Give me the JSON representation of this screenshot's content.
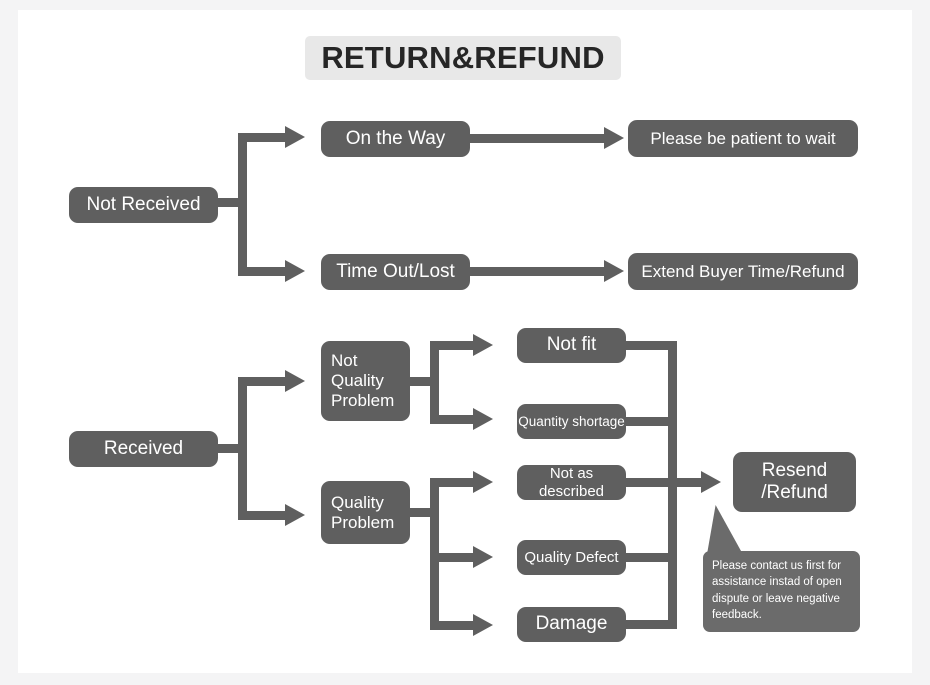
{
  "page": {
    "title": "RETURN&REFUND",
    "background_color": "#f4f4f5",
    "card_color": "#ffffff",
    "node_color": "#5f5f5f",
    "title_chip_color": "#e8e8e8",
    "node_text_color": "#ffffff",
    "callout_color": "#6b6b6b"
  },
  "nodes": {
    "not_received": "Not Received",
    "on_the_way": "On the Way",
    "time_out_lost": "Time Out/Lost",
    "please_wait": "Please be patient to wait",
    "extend_buyer": "Extend Buyer Time/Refund",
    "received": "Received",
    "not_quality_problem": "Not\nQuality\nProblem",
    "quality_problem": "Quality\nProblem",
    "not_fit": "Not fit",
    "quantity_shortage": "Quantity shortage",
    "not_as_described": "Not as described",
    "quality_defect": "Quality Defect",
    "damage": "Damage",
    "resend_refund": "Resend\n/Refund"
  },
  "callout": {
    "text": "Please contact us first for assistance instad of open dispute or leave negative feedback."
  },
  "chart_data": {
    "type": "diagram",
    "title": "RETURN&REFUND",
    "subtype": "flowchart",
    "branches": [
      {
        "root": "Not Received",
        "children": [
          {
            "label": "On the Way",
            "outcome": "Please be patient to wait"
          },
          {
            "label": "Time Out/Lost",
            "outcome": "Extend Buyer Time/Refund"
          }
        ]
      },
      {
        "root": "Received",
        "children": [
          {
            "label": "Not Quality Problem",
            "reasons": [
              "Not fit",
              "Quantity shortage"
            ],
            "outcome": "Resend /Refund"
          },
          {
            "label": "Quality Problem",
            "reasons": [
              "Not as described",
              "Quality Defect",
              "Damage"
            ],
            "outcome": "Resend /Refund"
          }
        ]
      }
    ],
    "note": "Please contact us first for assistance instad of open dispute or leave negative feedback."
  }
}
